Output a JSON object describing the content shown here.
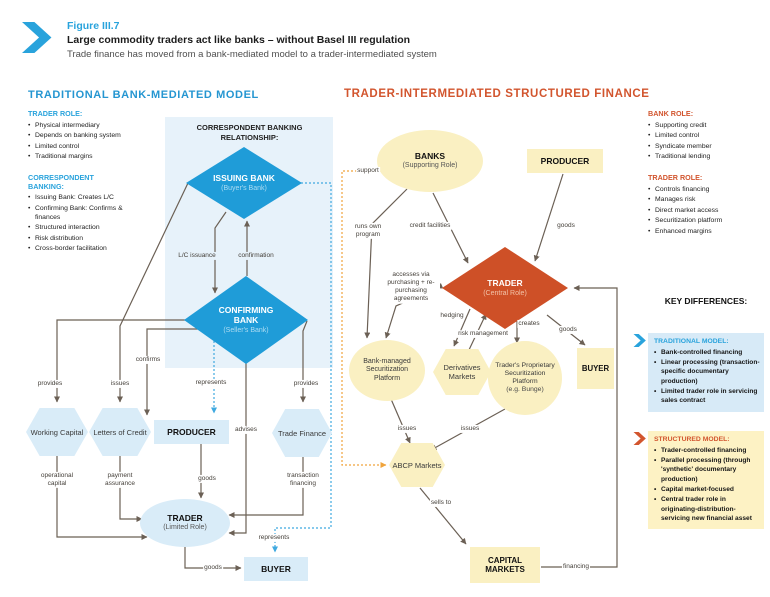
{
  "header": {
    "figure_label": "Figure III.7",
    "title": "Large commodity traders act like banks – without Basel III regulation",
    "subtitle": "Trade finance has moved from a bank-mediated model to a trader-intermediated system"
  },
  "colors": {
    "accent_blue": "#29a3dc",
    "accent_orange": "#d2552e",
    "panel_blue": "#e7f2fa",
    "node_blue": "#d9ecf8",
    "node_yellow": "#faf0c2",
    "diamond_blue": "#1f9cd8",
    "diamond_orange": "#ce5027",
    "arrow": "#6b6055",
    "dotted_blue": "#3fa9e0",
    "dotted_orange": "#f0a43c"
  },
  "left": {
    "section_title": "TRADITIONAL BANK-MEDIATED MODEL",
    "trader_role": {
      "heading": "TRADER ROLE:",
      "items": [
        "Physical intermediary",
        "Depends on banking system",
        "Limited control",
        "Traditional margins"
      ]
    },
    "correspondent": {
      "heading": "CORRESPONDENT BANKING:",
      "items": [
        "Issuing Bank: Creates L/C",
        "Confirming Bank: Confirms & finances",
        "Structured interaction",
        "Risk distribution",
        "Cross-border facilitation"
      ]
    },
    "panel_title": "CORRESPONDENT BANKING RELATIONSHIP:",
    "nodes": {
      "issuing_bank": {
        "title": "ISSUING BANK",
        "subtitle": "(Buyer's Bank)"
      },
      "confirming_bank": {
        "title": "CONFIRMING BANK",
        "subtitle": "(Seller's Bank)"
      },
      "working_capital": "Working Capital",
      "letters_of_credit": "Letters of Credit",
      "producer": "PRODUCER",
      "trade_finance": "Trade Finance",
      "trader": {
        "title": "TRADER",
        "subtitle": "(Limited Role)"
      },
      "buyer": "BUYER"
    },
    "edge_labels": {
      "lc_issuance": "L/C issuance",
      "confirmation": "confirmation",
      "issues": "issues",
      "provides_left": "provides",
      "confirms": "confirms",
      "represents_producer": "represents",
      "advises": "advises",
      "provides_right": "provides",
      "operational_capital": "operational capital",
      "payment_assurance": "payment assurance",
      "goods_producer": "goods",
      "transaction_financing": "transaction financing",
      "goods_buyer": "goods",
      "represents_buyer": "represents"
    }
  },
  "right": {
    "section_title": "TRADER-INTERMEDIATED STRUCTURED FINANCE",
    "bank_role": {
      "heading": "BANK ROLE:",
      "items": [
        "Supporting credit",
        "Limited control",
        "Syndicate member",
        "Traditional lending"
      ]
    },
    "trader_role": {
      "heading": "TRADER ROLE:",
      "items": [
        "Controls financing",
        "Manages risk",
        "Direct market access",
        "Securitization platform",
        "Enhanced margins"
      ]
    },
    "nodes": {
      "banks": {
        "title": "BANKS",
        "subtitle": "(Supporting Role)"
      },
      "producer": "PRODUCER",
      "trader": {
        "title": "TRADER",
        "subtitle": "(Central Role)"
      },
      "bank_platform": "Bank-managed Securitization Platform",
      "derivatives": "Derivatives Markets",
      "trader_platform": {
        "title": "Trader's Proprietary Securitization Platform",
        "subtitle": "(e.g. Bunge)"
      },
      "buyer": "BUYER",
      "abcp": "ABCP Markets",
      "capital_markets": "CAPITAL MARKETS"
    },
    "edge_labels": {
      "support": "support",
      "runs_own_program": "runs own program",
      "credit_facilities": "credit facilities",
      "goods_producer": "goods",
      "accesses": "accesses via purchasing + re-purchasing agreements",
      "hedging": "hedging",
      "risk_management": "risk management",
      "creates": "creates",
      "goods_buyer": "goods",
      "issues_left": "issues",
      "issues_right": "issues",
      "sells_to": "sells to",
      "financing": "financing"
    }
  },
  "key_differences": {
    "title": "KEY DIFFERENCES:",
    "traditional": {
      "heading": "TRADITIONAL MODEL:",
      "items": [
        "Bank-controlled financing",
        "Linear processing (transaction-specific documentary production)",
        "Limited trader role in servicing sales contract"
      ]
    },
    "structured": {
      "heading": "STRUCTURED MODEL:",
      "items": [
        "Trader-controlled financing",
        "Parallel processing (through 'synthetic' documentary production)",
        "Capital market-focused",
        "Central trader role in originating-distribution-servicing new financial asset"
      ]
    }
  }
}
